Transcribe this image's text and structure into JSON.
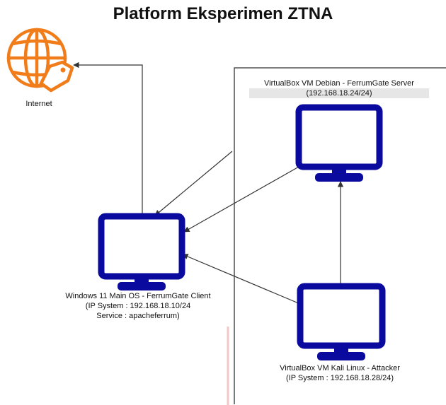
{
  "title": "Platform Eksperimen ZTNA",
  "internet": {
    "label": "Internet"
  },
  "server": {
    "line1": "VirtualBox VM Debian - FerrumGate Server",
    "line2": "(192.168.18.24/24)"
  },
  "client": {
    "line1": "Windows 11 Main OS - FerrumGate Client",
    "line2": "(IP System : 192.168.18.10/24",
    "line3": "Service : apacheferrum)"
  },
  "attacker": {
    "line1": "VirtualBox VM Kali Linux - Attacker",
    "line2": "(IP System : 192.168.18.28/24)"
  },
  "colors": {
    "monitor": "#0a0a9e",
    "internet_icon": "#f07d1a",
    "lines": "#333333",
    "accent": "#f4c7c7"
  },
  "icons": {
    "internet": "globe-tag-icon",
    "computer": "monitor-icon"
  }
}
